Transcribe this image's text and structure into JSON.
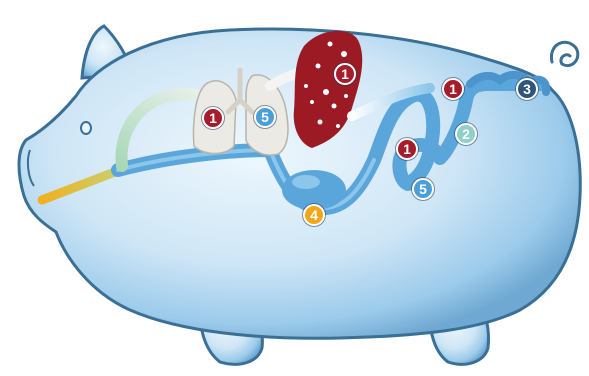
{
  "colors": {
    "body_light": "#e6f3fb",
    "body_mid": "#b3d8f0",
    "body_dark": "#6fa8d2",
    "outline": "#3a6f96",
    "tract": "#5aa6da",
    "tract_dark": "#3b86c0",
    "lung": "#eceae4",
    "liver": "#9c1a24",
    "feed": "#f0b020"
  },
  "markers": [
    {
      "label": "1",
      "color": "#a51d2a"
    },
    {
      "label": "5",
      "color": "#4a9fd8"
    },
    {
      "label": "1",
      "color": "#a51d2a"
    },
    {
      "label": "1",
      "color": "#a51d2a"
    },
    {
      "label": "3",
      "color": "#2f5678"
    },
    {
      "label": "2",
      "color": "#8fd0c8"
    },
    {
      "label": "1",
      "color": "#a51d2a"
    },
    {
      "label": "5",
      "color": "#4a9fd8"
    },
    {
      "label": "4",
      "color": "#f0a818"
    }
  ]
}
